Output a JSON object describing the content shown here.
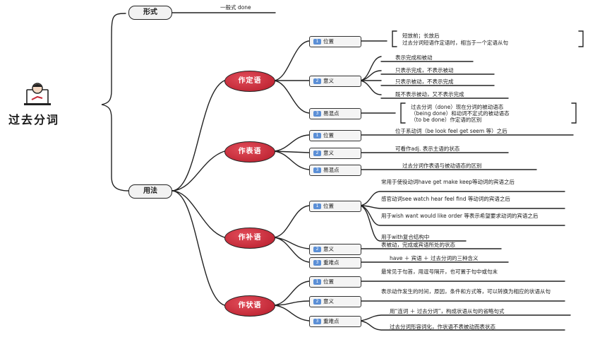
{
  "root": {
    "title": "过去分词"
  },
  "form": {
    "label": "形式",
    "value": "一般式 done"
  },
  "usage": {
    "label": "用法"
  },
  "groups": [
    {
      "label": "作定语",
      "subs": [
        {
          "num": "1",
          "label": "位置",
          "leaves": [
            "短放前；长放后",
            "过去分词短语作定语时，相当于一个定语从句"
          ]
        },
        {
          "num": "2",
          "label": "意义",
          "leaves": [
            "表示完成和被动",
            "只表示完成，不表示被动",
            "只表示被动，不表示完成",
            "既不表示被动，又不表示完成"
          ]
        },
        {
          "num": "3",
          "label": "易混点",
          "leaves": [
            "过去分词（done）现在分词的被动语态",
            "（being done）和动词不定式的被动语态",
            "（to be done）作定语的区别"
          ]
        }
      ]
    },
    {
      "label": "作表语",
      "subs": [
        {
          "num": "1",
          "label": "位置",
          "leaves": [
            "位于系动词（be look feel get seem 等）之后"
          ]
        },
        {
          "num": "2",
          "label": "意义",
          "leaves": [
            "可看作adj. 表示主语的状态"
          ]
        },
        {
          "num": "3",
          "label": "易混点",
          "leaves": [
            "过去分词作表语与被动语态的区别"
          ]
        }
      ]
    },
    {
      "label": "作补语",
      "subs": [
        {
          "num": "1",
          "label": "位置",
          "leaves": [
            "常用于使役动词have get make keep等动词的宾语之后",
            "感官动词see watch hear feel find 等动词的宾语之后",
            "用于wish want would like order 等表示希望要求动词的宾语之后",
            "用于with复合结构中"
          ]
        },
        {
          "num": "2",
          "label": "意义",
          "leaves": [
            "表被动，完成或宾语所处的状态"
          ]
        },
        {
          "num": "3",
          "label": "重难点",
          "leaves": [
            "have ＋ 宾语 ＋ 过去分词的三种含义"
          ]
        }
      ]
    },
    {
      "label": "作状语",
      "subs": [
        {
          "num": "1",
          "label": "位置",
          "leaves": [
            "最常见于句首，用逗号隔开，也可置于句中或句末"
          ]
        },
        {
          "num": "2",
          "label": "意义",
          "leaves": [
            "表示动作发生的时间，原因，条件和方式等，可以转换为相应的状语从句"
          ]
        },
        {
          "num": "3",
          "label": "重难点",
          "leaves": [
            "用“连词 ＋ 过去分词”，构成状语从句的省略句式",
            "过去分词形容词化，作状语不表被动而表状态"
          ]
        }
      ]
    }
  ]
}
